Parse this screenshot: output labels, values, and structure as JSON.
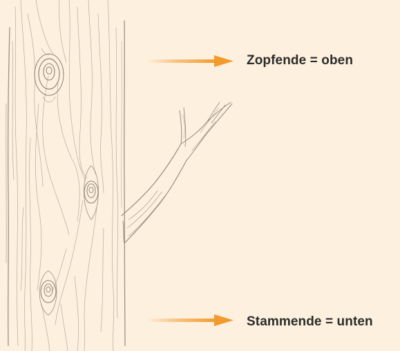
{
  "labels": {
    "top_end": "Zopfende = oben",
    "bottom_end": "Stammende = unten"
  },
  "colors": {
    "background": "#fdf0de",
    "arrow": "#f39a2c",
    "pencil": "#9a9185",
    "text": "#2b2b2b"
  },
  "illustration": {
    "subject": "tree-trunk-sketch",
    "features": [
      "trunk",
      "branch",
      "knot",
      "knot",
      "knot"
    ]
  }
}
